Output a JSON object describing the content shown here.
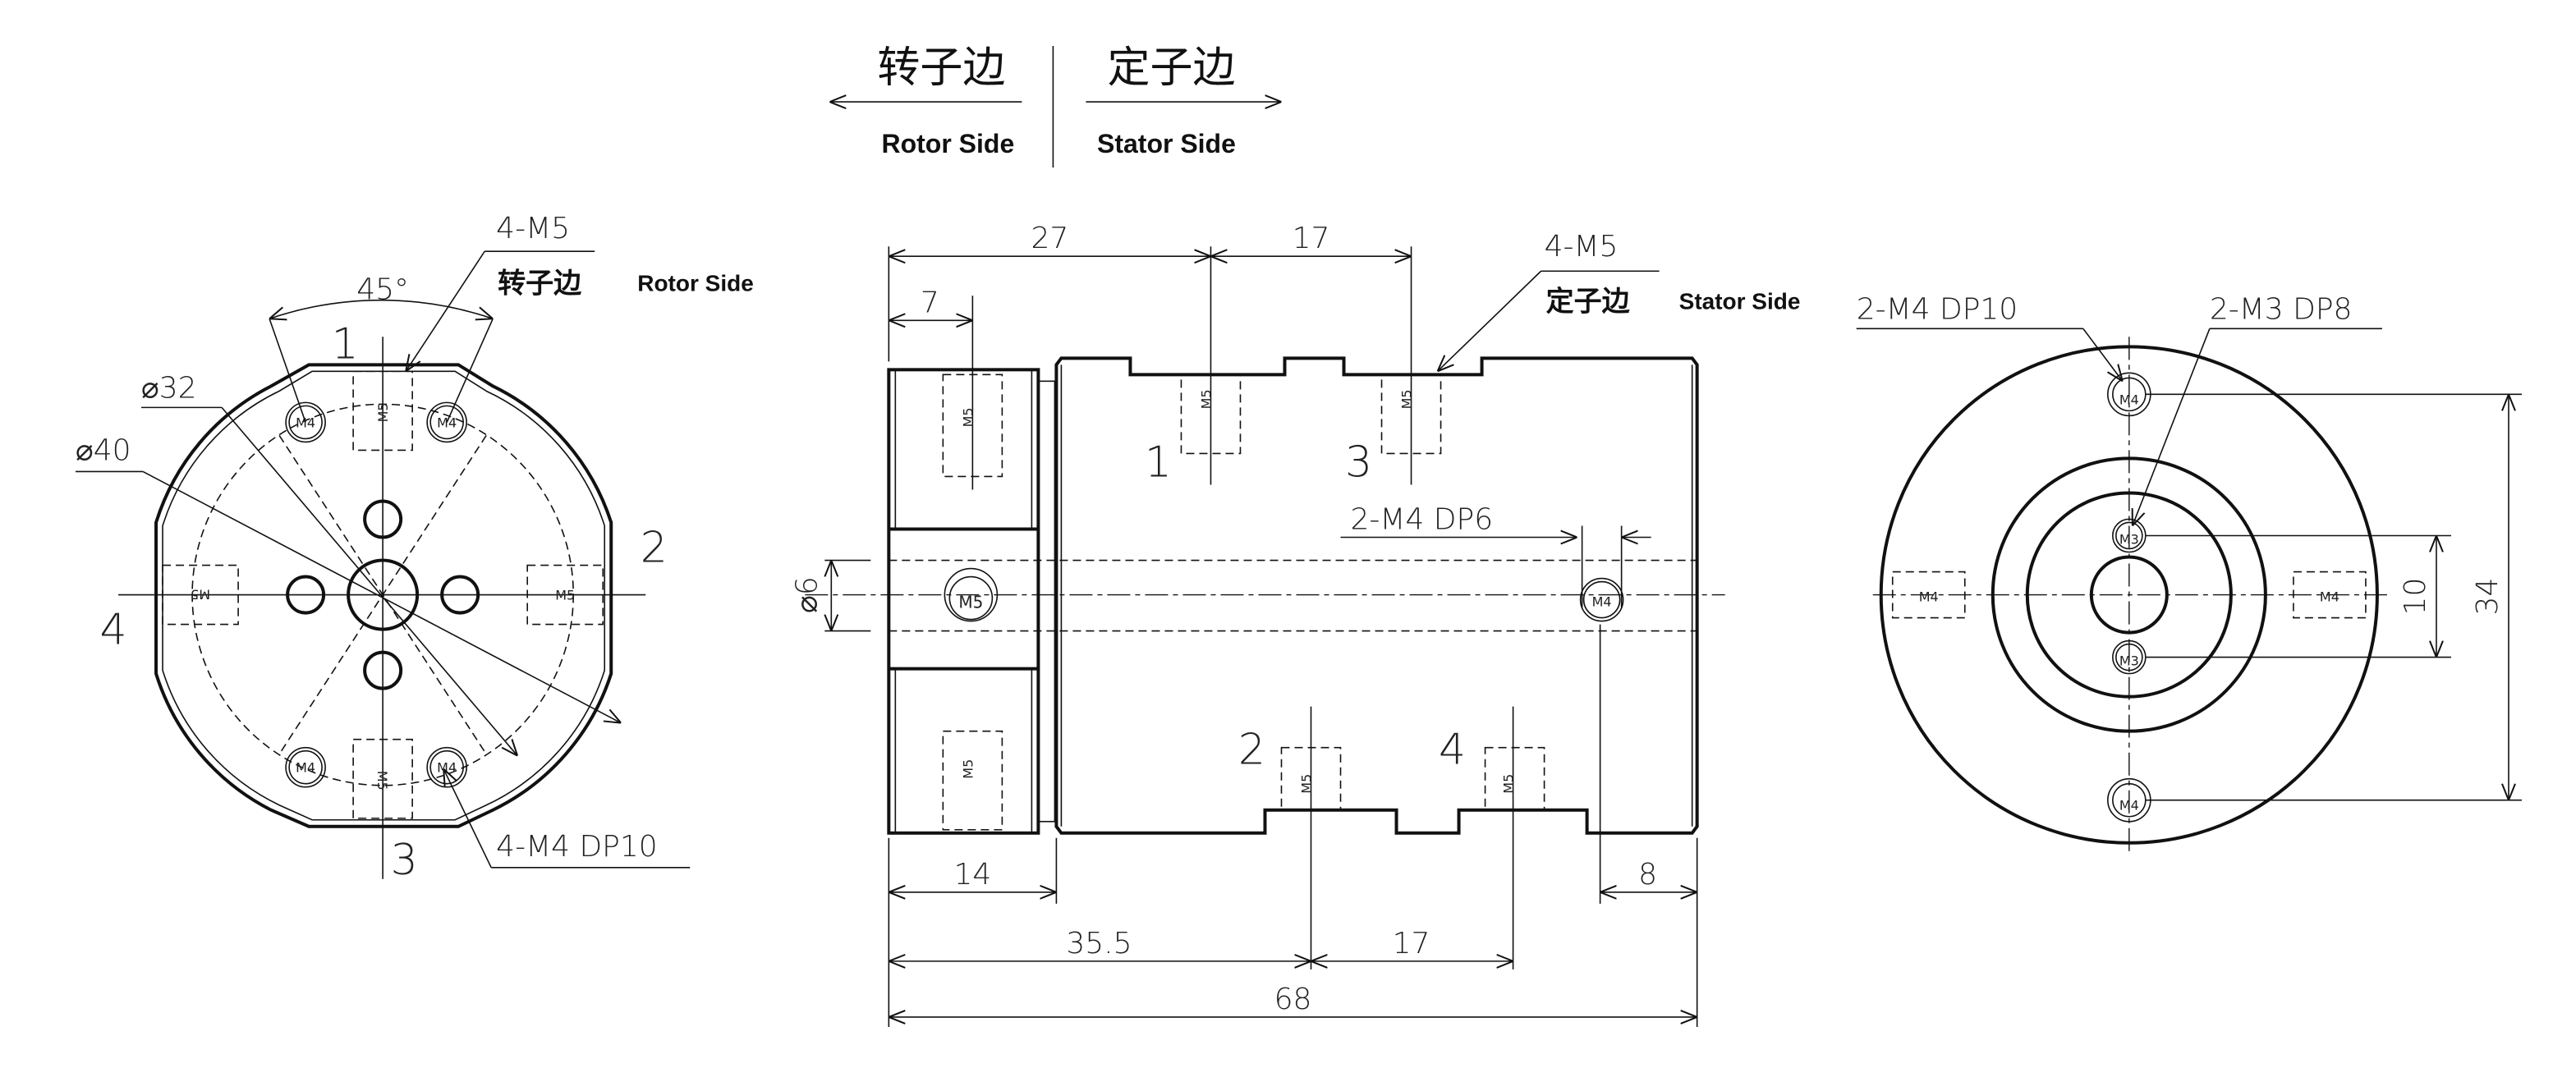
{
  "header": {
    "rotor_cn": "转子边",
    "rotor_en": "Rotor Side",
    "stator_cn": "定子边",
    "stator_en": "Stator Side"
  },
  "left_view": {
    "callout_top": "4-M5",
    "callout_top_cn": "转子边",
    "callout_top_en": "Rotor Side",
    "angle": "45°",
    "dia_inner": "⌀32",
    "dia_outer": "⌀40",
    "callout_bottom": "4-M4 DP10",
    "port_labels": [
      "1",
      "2",
      "3",
      "4"
    ],
    "hole_labels": {
      "m4": "M4",
      "m5": "M5"
    }
  },
  "side_view": {
    "dim_27": "27",
    "dim_17_top": "17",
    "dim_7": "7",
    "callout": "4-M5",
    "callout_cn": "定子边",
    "callout_en": "Stator Side",
    "callout_m4": "2-M4 DP6",
    "dia_shaft": "⌀6",
    "dim_14": "14",
    "dim_8": "8",
    "dim_35_5": "35.5",
    "dim_17_bottom": "17",
    "dim_68": "68",
    "port_labels": [
      "1",
      "3",
      "2",
      "4"
    ],
    "hole_labels": {
      "m4": "M4",
      "m5": "M5"
    }
  },
  "right_view": {
    "callout_m4": "2-M4 DP10",
    "callout_m3": "2-M3 DP8",
    "dim_10": "10",
    "dim_34": "34",
    "hole_labels": {
      "m4": "M4",
      "m3": "M3"
    }
  }
}
